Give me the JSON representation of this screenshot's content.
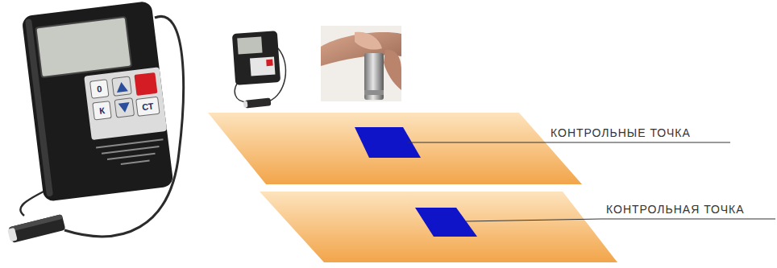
{
  "diagram": {
    "nodes": [
      {
        "text": [
          "0"
        ]
      },
      {
        "text": [
          "К"
        ]
      },
      {
        "text": [
          "СТ"
        ]
      }
    ],
    "labels": [
      "КОНТРОЛЬНЫЕ ТОЧКА",
      "КОНТРОЛЬНАЯ ТОЧКА"
    ]
  }
}
